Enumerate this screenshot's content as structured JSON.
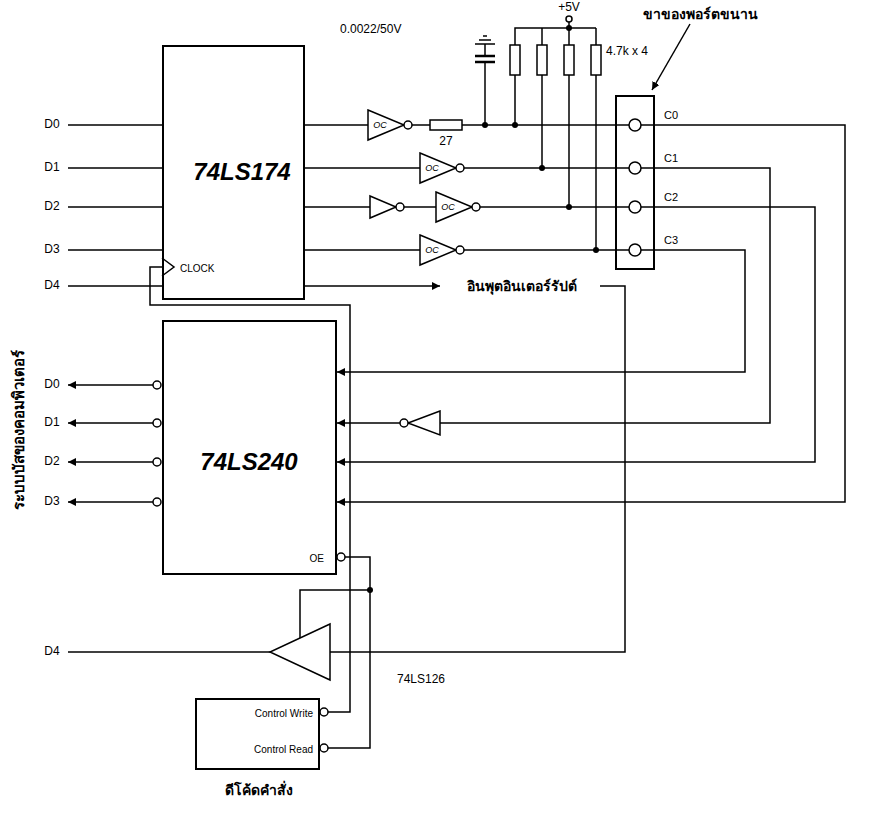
{
  "diagram": {
    "nodes": [
      {
        "text": [
          "74LS174",
          "CLOCK"
        ]
      },
      {
        "text": [
          "C0",
          "C1",
          "C2",
          "C3"
        ]
      },
      {
        "text": [
          "74LS240",
          "OE"
        ]
      },
      {
        "text": [
          "Control Write",
          "Control Read",
          "ดีโค้ดคำสั่ง"
        ]
      }
    ],
    "edges": [
      {
        "from": 0,
        "to": 1,
        "arrow": "none"
      },
      {
        "from": 0,
        "to": 1,
        "arrow": "none"
      },
      {
        "from": 0,
        "to": 1,
        "arrow": "none"
      },
      {
        "from": 0,
        "to": 1,
        "arrow": "none"
      },
      {
        "from": 1,
        "to": 2,
        "arrow": "to"
      },
      {
        "from": 1,
        "to": 2,
        "arrow": "to"
      },
      {
        "from": 1,
        "to": 2,
        "arrow": "to"
      },
      {
        "from": 1,
        "to": 2,
        "arrow": "to"
      },
      {
        "from": 3,
        "to": 0,
        "arrow": "none"
      },
      {
        "from": 3,
        "to": 2,
        "arrow": "none"
      }
    ],
    "labels": [
      "ขาของพอร์ตขนาน",
      "+5V",
      "0.0022/50V",
      "27",
      "4.7k x 4",
      "OC",
      "OC",
      "OC",
      "OC",
      "D0",
      "D1",
      "D2",
      "D3",
      "D4",
      "D0",
      "D1",
      "D2",
      "D3",
      "D4",
      "อินพุตอินเตอร์รัปต์",
      "74LS126",
      "ระบบบัสของคอมพิวเตอร์"
    ]
  }
}
